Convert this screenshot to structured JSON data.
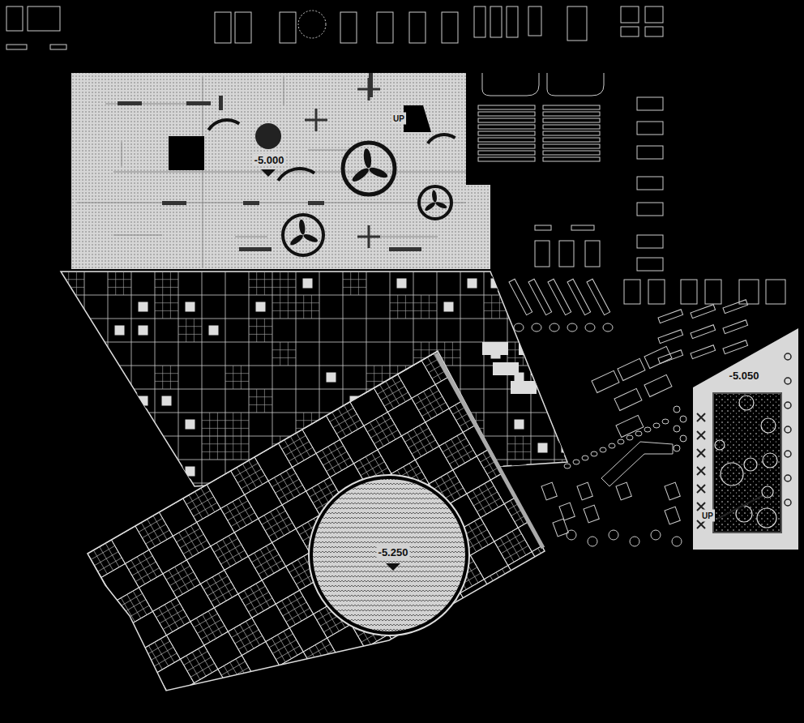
{
  "diagram": {
    "labels": [
      "-5.000",
      "-5.050",
      "-5.250",
      "UP",
      "UP"
    ]
  }
}
